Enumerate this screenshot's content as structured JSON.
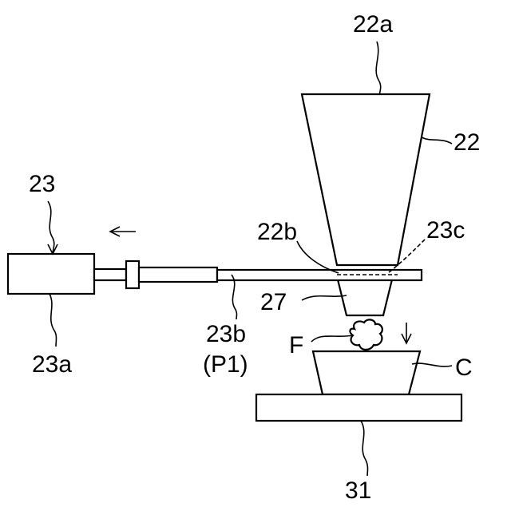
{
  "labels": {
    "l22a": "22a",
    "l22": "22",
    "l23": "23",
    "l22b": "22b",
    "l23c": "23c",
    "l27": "27",
    "l23a": "23a",
    "l23b": "23b",
    "lP1": "(P1)",
    "lF": "F",
    "lC": "C",
    "l31": "31"
  }
}
